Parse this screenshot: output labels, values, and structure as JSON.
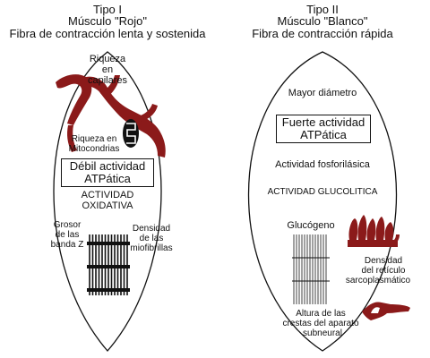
{
  "left": {
    "title": [
      "Tipo I",
      "Músculo \"Rojo\"",
      "Fibra de contracción lenta y sostenida"
    ],
    "capillaries": [
      "Riqueza",
      "en",
      "capilares"
    ],
    "mitochondria": [
      "Riqueza en",
      "Mitocondrias"
    ],
    "atpase": [
      "Débil actividad",
      "ATPática"
    ],
    "oxidative": [
      "ACTIVIDAD",
      "OXIDATIVA"
    ],
    "zband": [
      "Grosor",
      "de las",
      "banda Z"
    ],
    "myofibril": [
      "Densidad",
      "de las",
      "miofibrillas"
    ]
  },
  "right": {
    "title": [
      "Tipo II",
      "Músculo \"Blanco\"",
      "Fibra de contracción rápida"
    ],
    "diameter": "Mayor diámetro",
    "atpase": [
      "Fuerte actividad",
      "ATPática"
    ],
    "phosphorylase": "Actividad fosforilásica",
    "glycolytic": "ACTIVIDAD GLUCOLITICA",
    "glycogen": "Glucógeno",
    "reticulum": [
      "Densidad",
      "del retículo",
      "sarcoplasmático"
    ],
    "folds": [
      "Altura de las",
      "crestas del aparato",
      "subneural"
    ]
  },
  "colors": {
    "red": "#8b1a1a",
    "ink": "#111111"
  }
}
